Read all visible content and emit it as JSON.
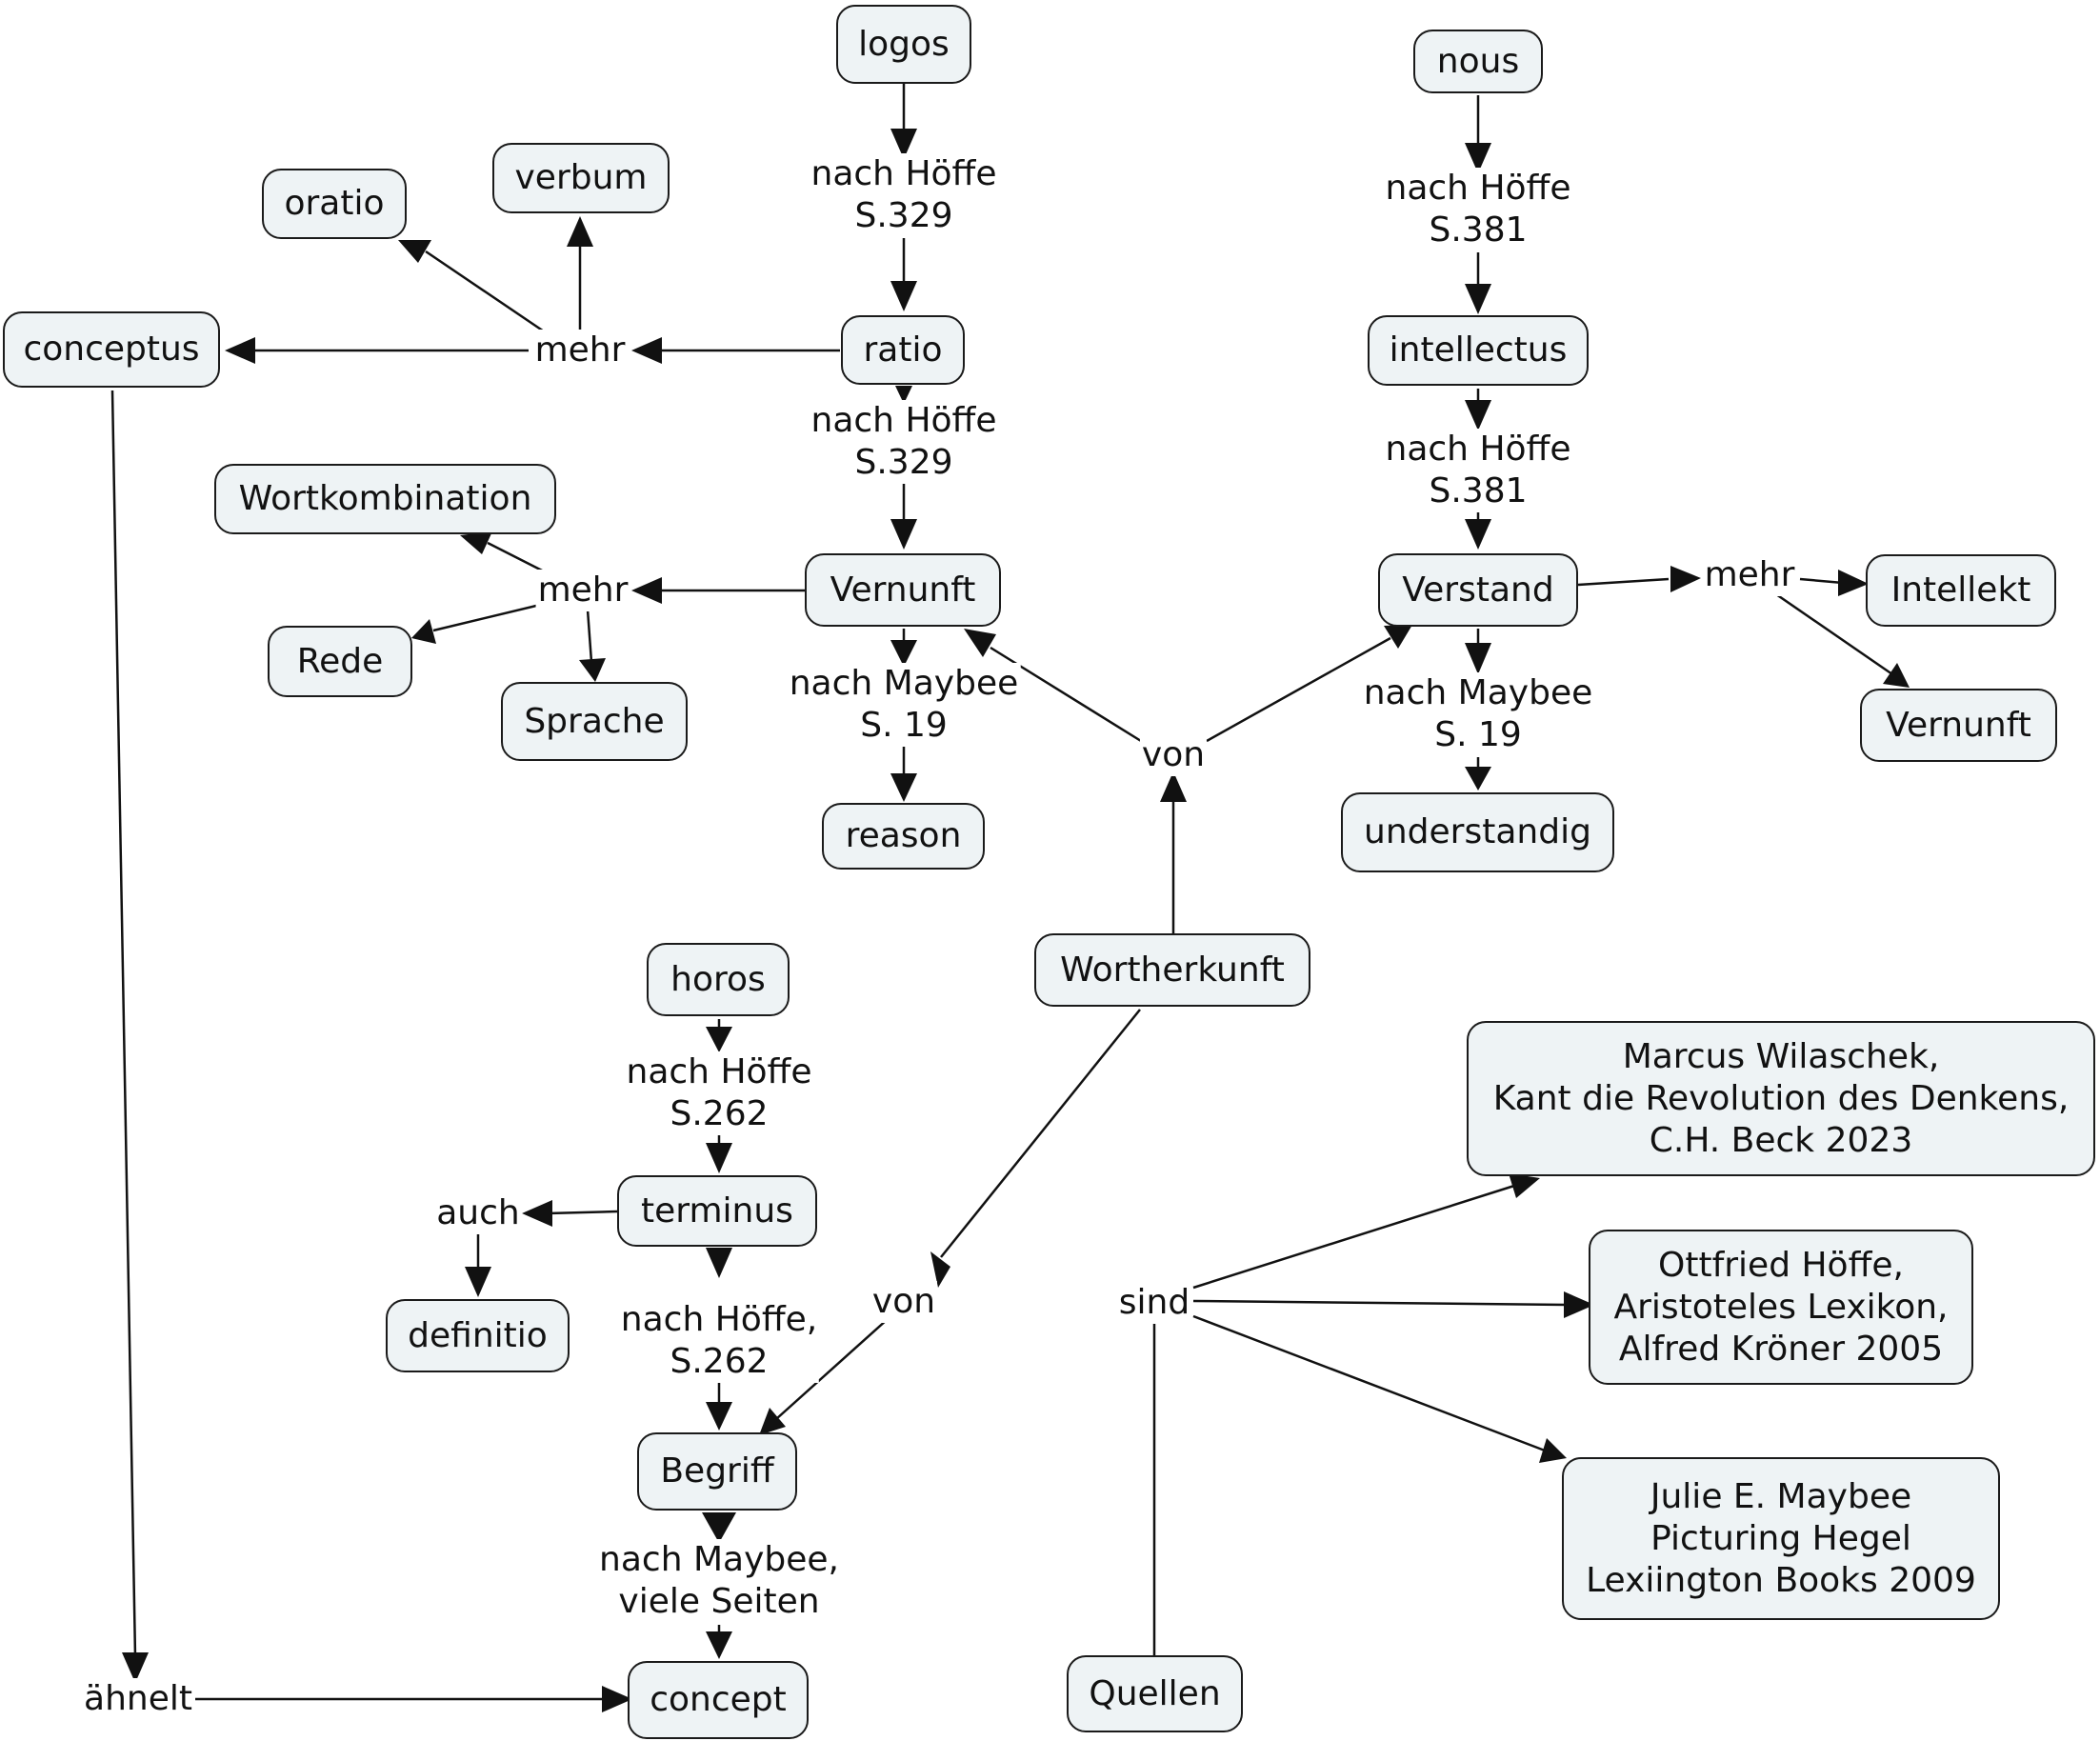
{
  "nodes": {
    "logos": "logos",
    "verbum": "verbum",
    "oratio": "oratio",
    "conceptus": "conceptus",
    "ratio": "ratio",
    "nous": "nous",
    "intellectus": "intellectus",
    "wortkombination": "Wortkombination",
    "rede": "Rede",
    "sprache": "Sprache",
    "vernunft": "Vernunft",
    "verstand": "Verstand",
    "intellekt": "Intellekt",
    "vernunft2": "Vernunft",
    "reason": "reason",
    "understandig": "understandig",
    "horos": "horos",
    "wortherkunft": "Wortherkunft",
    "terminus": "terminus",
    "definitio": "definitio",
    "begriff": "Begriff",
    "concept": "concept",
    "quellen": "Quellen",
    "source1": [
      "Marcus Wilaschek,",
      "Kant die Revolution des Denkens,",
      "C.H. Beck 2023"
    ],
    "source2": [
      "Ottfried Höffe,",
      "Aristoteles Lexikon,",
      "Alfred Kröner 2005"
    ],
    "source3": [
      "Julie E. Maybee",
      "Picturing Hegel",
      "Lexiington Books 2009"
    ]
  },
  "links": {
    "logos_ratio": [
      "nach Höffe",
      "S.329"
    ],
    "ratio_vernunft": [
      "nach Höffe",
      "S.329"
    ],
    "nous_intellectus": [
      "nach Höffe",
      "S.381"
    ],
    "intellectus_verstand": [
      "nach Höffe",
      "S.381"
    ],
    "ratio_mehr": "mehr",
    "vernunft_mehr": "mehr",
    "verstand_mehr": "mehr",
    "vernunft_reason": [
      "nach Maybee",
      "S. 19"
    ],
    "verstand_understandig": [
      "nach Maybee",
      "S. 19"
    ],
    "wortherkunft_von_top": "von",
    "wortherkunft_von_bottom": "von",
    "horos_terminus": [
      "nach Höffe",
      "S.262"
    ],
    "terminus_auch": "auch",
    "terminus_begriff": [
      "nach Höffe,",
      "S.262"
    ],
    "begriff_concept": [
      "nach Maybee,",
      "viele Seiten"
    ],
    "conceptus_aehnelt": "ähnelt",
    "quellen_sind": "sind"
  }
}
